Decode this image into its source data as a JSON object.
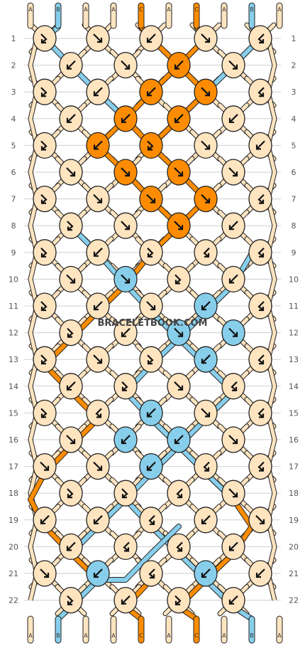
{
  "watermark": "BRACELETBOOK.COM",
  "colors": {
    "A": "#ffe4c0",
    "B": "#87ceeb",
    "C": "#ff8c00",
    "outline": "#222222",
    "arrow": "#111111",
    "guide": "#cfcfcf"
  },
  "strands_top": [
    "A",
    "B",
    "A",
    "A",
    "C",
    "A",
    "C",
    "A",
    "B",
    "A"
  ],
  "strands_bottom": [
    "A",
    "B",
    "A",
    "A",
    "C",
    "A",
    "C",
    "A",
    "B",
    "A"
  ],
  "row_labels": [
    "1",
    "2",
    "3",
    "4",
    "5",
    "6",
    "7",
    "8",
    "9",
    "10",
    "11",
    "12",
    "13",
    "14",
    "15",
    "16",
    "17",
    "18",
    "19",
    "20",
    "21",
    "22"
  ],
  "knots": {
    "odd_rows": [
      {
        "row": 1,
        "items": [
          [
            "A",
            "fb"
          ],
          [
            "A",
            "f"
          ],
          [
            "A",
            "b"
          ],
          [
            "A",
            "f"
          ],
          [
            "A",
            "bf"
          ]
        ]
      },
      {
        "row": 3,
        "items": [
          [
            "A",
            "fb"
          ],
          [
            "A",
            "b"
          ],
          [
            "C",
            "b"
          ],
          [
            "C",
            "f"
          ],
          [
            "A",
            "bf"
          ]
        ]
      },
      {
        "row": 5,
        "items": [
          [
            "A",
            "fb"
          ],
          [
            "C",
            "b"
          ],
          [
            "C",
            "fb"
          ],
          [
            "A",
            "f"
          ],
          [
            "A",
            "b"
          ]
        ]
      },
      {
        "row": 7,
        "items": [
          [
            "A",
            "fb"
          ],
          [
            "A",
            "f"
          ],
          [
            "C",
            "f"
          ],
          [
            "C",
            "f"
          ],
          [
            "A",
            "bf"
          ]
        ]
      },
      {
        "row": 9,
        "items": [
          [
            "A",
            "fb"
          ],
          [
            "A",
            "b"
          ],
          [
            "A",
            "fb"
          ],
          [
            "A",
            "bf"
          ],
          [
            "A",
            "bf"
          ]
        ]
      },
      {
        "row": 11,
        "items": [
          [
            "A",
            "fb"
          ],
          [
            "A",
            "b"
          ],
          [
            "A",
            "f"
          ],
          [
            "B",
            "b"
          ],
          [
            "A",
            "bf"
          ]
        ]
      },
      {
        "row": 13,
        "items": [
          [
            "A",
            "fb"
          ],
          [
            "A",
            "f"
          ],
          [
            "A",
            "fb"
          ],
          [
            "B",
            "b"
          ],
          [
            "A",
            "bf"
          ]
        ]
      },
      {
        "row": 15,
        "items": [
          [
            "A",
            "fb"
          ],
          [
            "A",
            "bf"
          ],
          [
            "B",
            "b"
          ],
          [
            "A",
            "f"
          ],
          [
            "A",
            "bf"
          ]
        ]
      },
      {
        "row": 17,
        "items": [
          [
            "A",
            "f"
          ],
          [
            "A",
            "f"
          ],
          [
            "B",
            "b"
          ],
          [
            "A",
            "bf"
          ],
          [
            "A",
            "bf"
          ]
        ]
      },
      {
        "row": 19,
        "items": [
          [
            "A",
            "b"
          ],
          [
            "A",
            "b"
          ],
          [
            "A",
            "bf"
          ],
          [
            "A",
            "b"
          ],
          [
            "A",
            "f"
          ]
        ]
      },
      {
        "row": 21,
        "items": [
          [
            "A",
            "f"
          ],
          [
            "B",
            "b"
          ],
          [
            "A",
            "bf"
          ],
          [
            "B",
            "b"
          ],
          [
            "A",
            "b"
          ]
        ]
      }
    ],
    "even_rows": [
      {
        "row": 2,
        "items": [
          [
            "A",
            "b"
          ],
          [
            "A",
            "f"
          ],
          [
            "C",
            "b"
          ],
          [
            "A",
            "f"
          ]
        ]
      },
      {
        "row": 4,
        "items": [
          [
            "A",
            "b"
          ],
          [
            "C",
            "b"
          ],
          [
            "C",
            "b"
          ],
          [
            "A",
            "b"
          ]
        ]
      },
      {
        "row": 6,
        "items": [
          [
            "A",
            "f"
          ],
          [
            "C",
            "f"
          ],
          [
            "C",
            "f"
          ],
          [
            "A",
            "f"
          ]
        ]
      },
      {
        "row": 8,
        "items": [
          [
            "A",
            "fb"
          ],
          [
            "A",
            "f"
          ],
          [
            "C",
            "f"
          ],
          [
            "A",
            "b"
          ]
        ]
      },
      {
        "row": 10,
        "items": [
          [
            "A",
            "f"
          ],
          [
            "B",
            "f"
          ],
          [
            "A",
            "fb"
          ],
          [
            "A",
            "b"
          ]
        ]
      },
      {
        "row": 12,
        "items": [
          [
            "A",
            "fb"
          ],
          [
            "A",
            "b"
          ],
          [
            "B",
            "f"
          ],
          [
            "B",
            "f"
          ]
        ]
      },
      {
        "row": 14,
        "items": [
          [
            "A",
            "b"
          ],
          [
            "A",
            "fb"
          ],
          [
            "A",
            "f"
          ],
          [
            "A",
            "bf"
          ]
        ]
      },
      {
        "row": 16,
        "items": [
          [
            "A",
            "f"
          ],
          [
            "B",
            "b"
          ],
          [
            "B",
            "b"
          ],
          [
            "A",
            "f"
          ]
        ]
      },
      {
        "row": 18,
        "items": [
          [
            "A",
            "fb"
          ],
          [
            "A",
            "fb"
          ],
          [
            "A",
            "bf"
          ],
          [
            "A",
            "f"
          ]
        ]
      },
      {
        "row": 20,
        "items": [
          [
            "A",
            "b"
          ],
          [
            "A",
            "bf"
          ],
          [
            "A",
            "bf"
          ],
          [
            "A",
            "b"
          ]
        ]
      },
      {
        "row": 22,
        "items": [
          [
            "A",
            "fb"
          ],
          [
            "A",
            "b"
          ],
          [
            "A",
            "fb"
          ],
          [
            "A",
            "b"
          ]
        ]
      }
    ]
  },
  "strand_segments": [
    [
      "B",
      2,
      1,
      "odd-edge"
    ],
    [
      "B",
      9,
      1,
      "odd-edge"
    ],
    [
      "C",
      4,
      2,
      "up"
    ],
    [
      "C",
      5,
      2,
      "down"
    ],
    [
      "C",
      6,
      3,
      "up"
    ],
    [
      "C",
      7,
      3,
      "down"
    ],
    [
      "C",
      4,
      4,
      "up"
    ],
    [
      "C",
      8,
      4,
      "down"
    ],
    [
      "C",
      3,
      5,
      "up"
    ],
    [
      "C",
      9,
      5,
      "down"
    ],
    [
      "C",
      4,
      6,
      "down"
    ],
    [
      "C",
      8,
      6,
      "up"
    ],
    [
      "C",
      5,
      7,
      "down"
    ],
    [
      "C",
      7,
      7,
      "up"
    ],
    [
      "C",
      6,
      8,
      "up"
    ],
    [
      "C",
      5,
      9,
      "up"
    ],
    [
      "C",
      4,
      10,
      "up"
    ],
    [
      "C",
      3,
      11,
      "up"
    ],
    [
      "C",
      2,
      12,
      "up"
    ],
    [
      "C",
      2,
      13,
      "down"
    ],
    [
      "C",
      3,
      14,
      "down"
    ],
    [
      "C",
      4,
      15,
      "up"
    ],
    [
      "C",
      3,
      16,
      "up"
    ],
    [
      "C",
      2,
      17,
      "up"
    ],
    [
      "B",
      1,
      2,
      "down"
    ],
    [
      "B",
      2,
      3,
      "down"
    ],
    [
      "B",
      3,
      4,
      "down"
    ],
    [
      "B",
      6,
      9,
      "down"
    ],
    [
      "B",
      7,
      10,
      "down"
    ],
    [
      "B",
      8,
      11,
      "down"
    ],
    [
      "B",
      9,
      12,
      "up"
    ],
    [
      "B",
      9,
      13,
      "up"
    ],
    [
      "B",
      8,
      14,
      "up"
    ],
    [
      "B",
      7,
      15,
      "up"
    ],
    [
      "B",
      6,
      16,
      "up"
    ],
    [
      "B",
      5,
      17,
      "up"
    ],
    [
      "B",
      4,
      18,
      "up"
    ],
    [
      "B",
      3,
      19,
      "up"
    ],
    [
      "B",
      2,
      20,
      "up"
    ],
    [
      "C",
      8,
      17,
      "down"
    ],
    [
      "C",
      9,
      18,
      "down"
    ],
    [
      "C",
      8,
      19,
      "up"
    ],
    [
      "C",
      7,
      20,
      "up"
    ],
    [
      "C",
      6,
      21,
      "up"
    ],
    [
      "C",
      6,
      22,
      "down"
    ],
    [
      "B",
      9,
      2,
      "up"
    ],
    [
      "B",
      8,
      3,
      "up"
    ],
    [
      "B",
      7,
      4,
      "up"
    ],
    [
      "B",
      3,
      9,
      "up"
    ],
    [
      "B",
      2,
      8,
      "up"
    ],
    [
      "B",
      5,
      18,
      "down"
    ],
    [
      "B",
      6,
      19,
      "down"
    ],
    [
      "B",
      7,
      20,
      "down"
    ],
    [
      "B",
      8,
      21,
      "down"
    ],
    [
      "C",
      3,
      20,
      "down"
    ],
    [
      "C",
      2,
      19,
      "down"
    ],
    [
      "C",
      1,
      18,
      "down"
    ],
    [
      "B",
      3,
      21,
      "up"
    ],
    [
      "B",
      4,
      22,
      "up"
    ]
  ]
}
